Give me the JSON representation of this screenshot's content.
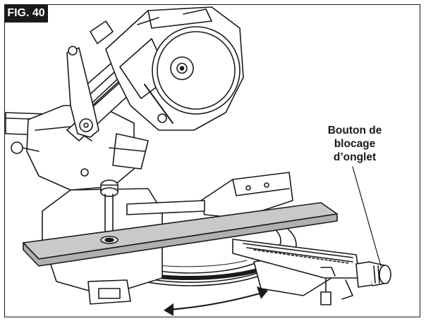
{
  "figure": {
    "label": "FIG. 40"
  },
  "callout": {
    "lines": [
      "Bouton de",
      "blocage",
      "d’onglet"
    ]
  },
  "colors": {
    "line": "#1a1a1a",
    "workpiece": "#c9c9c9",
    "background": "#ffffff"
  },
  "icons": {
    "rotation_arrow": "double-headed-curved-arrow"
  }
}
